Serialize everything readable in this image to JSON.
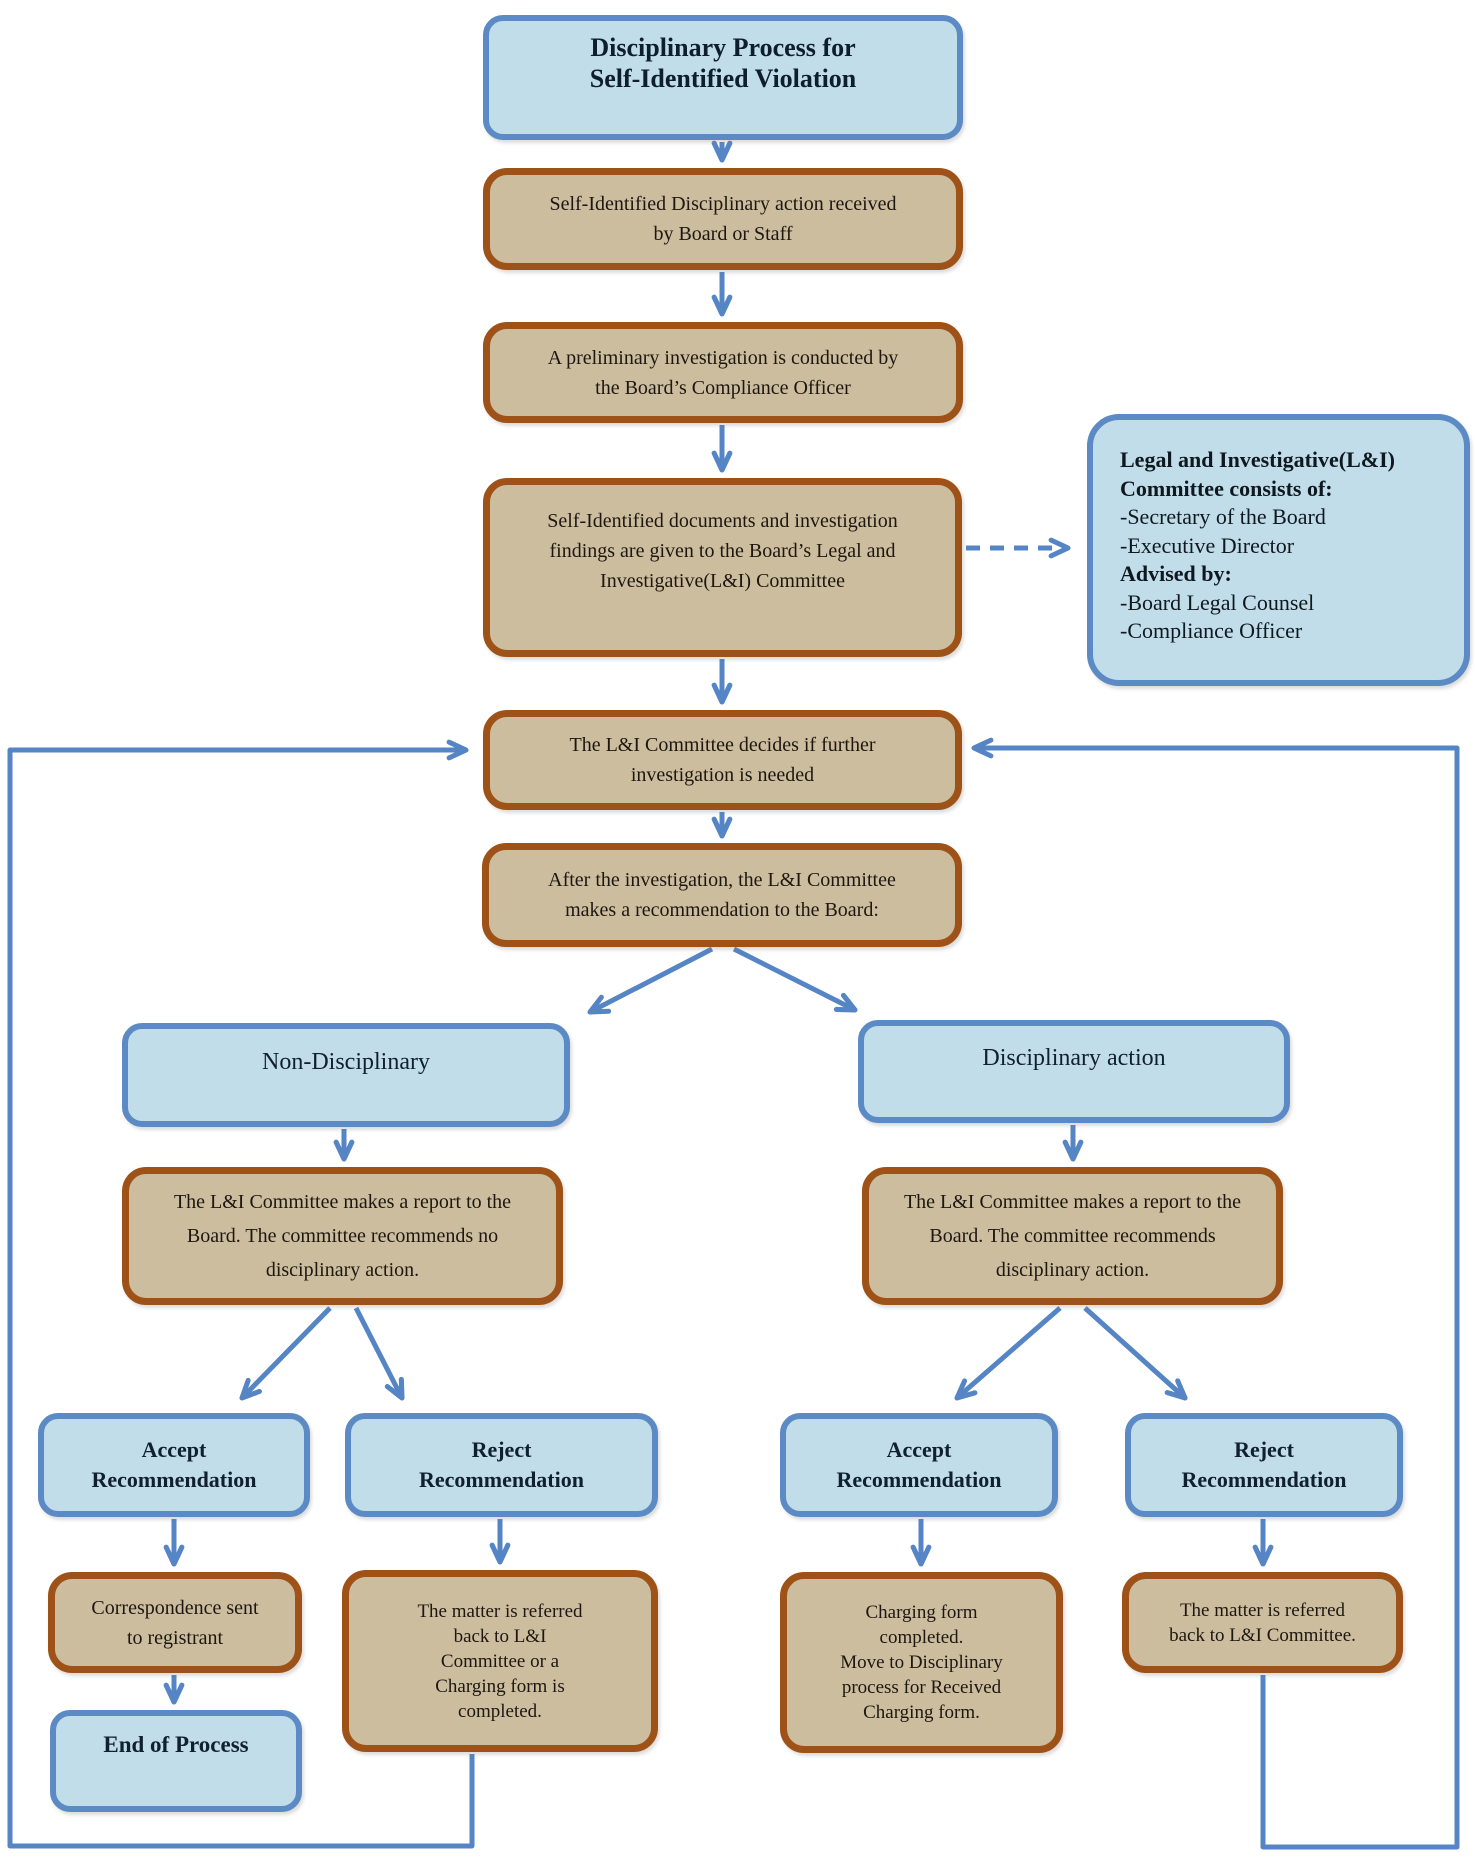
{
  "colors": {
    "blue_fill": "#c0dde9",
    "blue_border": "#5b8ac5",
    "tan_fill": "#ccbd9e",
    "tan_border": "#9e5217",
    "arrow": "#5585c5"
  },
  "nodes": {
    "title": {
      "lines": [
        "Disciplinary Process for",
        "Self-Identified Violation"
      ]
    },
    "received": {
      "lines": [
        "Self-Identified Disciplinary action received",
        "by Board or Staff"
      ]
    },
    "preliminary": {
      "lines": [
        "A preliminary investigation is conducted by",
        "the Board’s Compliance Officer"
      ]
    },
    "documents": {
      "lines": [
        "Self-Identified documents and investigation",
        "findings are given to the Board’s Legal and",
        "Investigative(L&I) Committee"
      ]
    },
    "decides": {
      "lines": [
        "The L&I Committee decides if further",
        "investigation is needed"
      ]
    },
    "recommendation": {
      "lines": [
        "After the investigation, the L&I Committee",
        "makes a recommendation to the Board:"
      ]
    },
    "non_disciplinary": {
      "lines": [
        "Non-Disciplinary"
      ]
    },
    "disciplinary": {
      "lines": [
        "Disciplinary action"
      ]
    },
    "report_no_action": {
      "lines": [
        "The L&I Committee makes a report to the",
        "Board.  The committee recommends no",
        "disciplinary action."
      ]
    },
    "report_action": {
      "lines": [
        "The L&I Committee makes a report to the",
        "Board.  The committee recommends",
        "disciplinary action."
      ]
    },
    "accept_left": {
      "lines": [
        "Accept",
        "Recommendation"
      ]
    },
    "reject_left": {
      "lines": [
        "Reject",
        "Recommendation"
      ]
    },
    "accept_right": {
      "lines": [
        "Accept",
        "Recommendation"
      ]
    },
    "reject_right": {
      "lines": [
        "Reject",
        "Recommendation"
      ]
    },
    "correspondence": {
      "lines": [
        "Correspondence sent",
        "to registrant"
      ]
    },
    "end_of_process": {
      "lines": [
        "End of Process"
      ]
    },
    "referred_or_charging": {
      "lines": [
        "The matter is referred",
        "back to L&I",
        "Committee or a",
        "Charging form is",
        "completed."
      ]
    },
    "charging_completed": {
      "lines": [
        "Charging form",
        "completed.",
        "Move to Disciplinary",
        "process for Received",
        "Charging form."
      ]
    },
    "referred_back": {
      "lines": [
        "The matter is referred",
        "back to L&I Committee."
      ]
    }
  },
  "legend": {
    "lines": [
      "Legal and Investigative(L&I)",
      "Committee consists of:",
      "-Secretary of the Board",
      "-Executive Director",
      "Advised by:",
      "-Board Legal Counsel",
      "-Compliance Officer"
    ]
  }
}
